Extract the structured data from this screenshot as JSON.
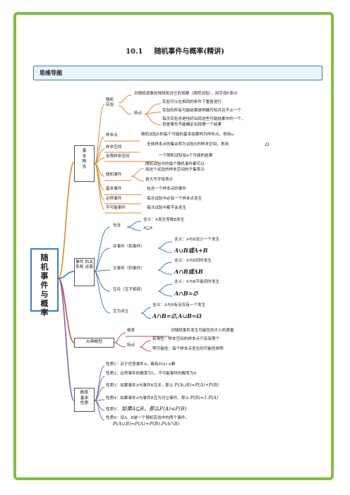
{
  "page": {
    "title_number": "10.1",
    "title_text": "随机事件与概率(精讲)",
    "section_heading": "思维导图"
  },
  "mindmap": {
    "root": [
      "随",
      "机",
      "事",
      "件",
      "与",
      "概",
      "率"
    ],
    "basic": {
      "label_chars": [
        "基",
        "本",
        "概",
        "念"
      ],
      "experiment": {
        "label": "随机\n实验",
        "definition": "对随机现象的视线和对它的观察（简称试验），用字母E表示",
        "feature_label": "特点",
        "features": [
          "实验可以在相同的条件下重复进行",
          "实验的所有可能结果是明确可知并且不止一个",
          "每次实验总是恰好出现这些可能结果中的一个，",
          "但是事先不能确定出现哪一个结果"
        ]
      },
      "sample_point": {
        "label": "样本点",
        "text": "随机试验E的每个可能的基本结果称为样本点，常用ω"
      },
      "sample_space": {
        "label": "样本空间",
        "text": "全体样本点的集合称为试验E的样本空间，常用",
        "symbol": "Ω"
      },
      "finite_space": {
        "label": "有限样本空间",
        "text": "一个随机试验有n个可能的结果"
      },
      "random_event": {
        "label": "随机事件",
        "lines": [
          "随机试验中的每个随机事件都可以",
          "用这个试验的样本空间的子集表示"
        ],
        "notation": "用大写字母表示"
      },
      "elementary_event": {
        "label": "基本事件",
        "text": "包含一个样本点的事件"
      },
      "certain_event": {
        "label": "必然事件",
        "text": "每次试验中必有一个样本点发生"
      },
      "impossible_event": {
        "label": "不可能事件",
        "text": "每次试验中都不会发生"
      }
    },
    "relations": {
      "label_chars": [
        "事",
        "件",
        "的",
        "关",
        "系",
        "和",
        "运",
        "算"
      ],
      "inclusion": {
        "label": "包含",
        "meaning": "含义：A发生导致B发生",
        "formula": "A⊆B"
      },
      "union": {
        "label": "并事件（和事件）",
        "meaning": "含义：A与B至少一个发生",
        "formula": "A∪B或A+B"
      },
      "intersection": {
        "label": "交事件（积事件）",
        "meaning": "含义：A与B同时发生",
        "formula": "A∩B或AB"
      },
      "mutually_exclusive": {
        "label": "互斥（互不相容）",
        "meaning": "含义：A与B不能同时发生",
        "formula": "A∩B=∅"
      },
      "complementary": {
        "label": "互为对立",
        "meaning": "含义：A与B有且仅有一个发生",
        "formula": "A∩B=∅,A∪B=Ω"
      }
    },
    "classical": {
      "label": "古典概型",
      "probability": {
        "label": "概率",
        "text": "对随机事件发生可能性的大小的度量"
      },
      "features": {
        "label": "特点",
        "finite": "有限性：样本空间的样本点只有有限个",
        "equal": "等可能性：每个样本点发生的可能性相等"
      }
    },
    "properties": {
      "label": "概率\n基本\n性质",
      "items": [
        {
          "text": "性质1：对于任意事件A，都有P(A) ≥",
          "formula": "0"
        },
        {
          "text": "性质2：必然事件的概率为1，不可能事件的概率为0",
          "formula": ""
        },
        {
          "text": "性质3：如果事件A与事件B互斥，那么",
          "formula": "P(A∪B)=P(A)+P(B)"
        },
        {
          "text": "性质4：如果事件A与事件B互为对立事件，那么",
          "formula": "P(B)=1-P(A)"
        },
        {
          "text": "性质5：",
          "formula": "如果A⊆B，那么P(A)≤P(B)"
        },
        {
          "text": "性质6：设A、B是一个随机实验中的两个事件，",
          "formula": "P(A∪B)=P(A)+P(B)-P(A∩B)"
        }
      ]
    },
    "colors": {
      "frame": "#7fbf3f",
      "section_border": "#3c7fbf",
      "basic_branch": "#e08a2a",
      "relations_branch": "#3c7fbf",
      "classical_branch": "#c0504d",
      "properties_branch": "#8064a2"
    }
  }
}
